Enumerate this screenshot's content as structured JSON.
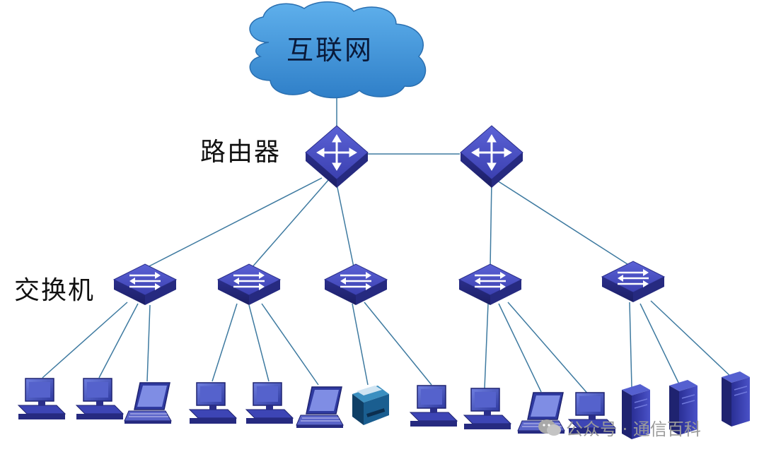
{
  "labels": {
    "internet": "互联网",
    "router": "路由器",
    "switch": "交换机"
  },
  "watermark": {
    "text": "公众号 · 通信百科",
    "icon": "wechat-icon"
  },
  "colors": {
    "cloud": "#3a8fd6",
    "device": "#3a3fa8",
    "line": "#3e7aa0"
  }
}
